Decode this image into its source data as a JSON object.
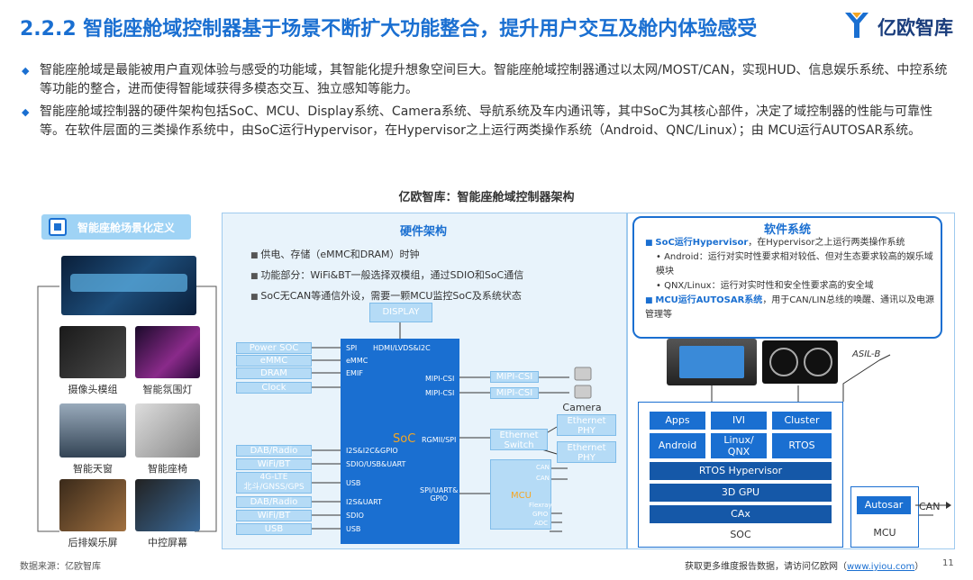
{
  "header": {
    "title": "2.2.2 智能座舱域控制器基于场景不断扩大功能整合，提升用户交互及舱内体验感受",
    "logo_text": "亿欧智库"
  },
  "bullets": [
    "智能座舱域是最能被用户直观体验与感受的功能域，其智能化提升想象空间巨大。智能座舱域控制器通过以太网/MOST/CAN，实现HUD、信息娱乐系统、中控系统等功能的整合，进而使得智能域获得多模态交互、独立感知等能力。",
    "智能座舱域控制器的硬件架构包括SoC、MCU、Display系统、Camera系统、导航系统及车内通讯等，其中SoC为其核心部件，决定了域控制器的性能与可靠性等。在软件层面的三类操作系统中，由SoC运行Hypervisor，在Hypervisor之上运行两类操作系统（Android、QNC/Linux）；由 MCU运行AUTOSAR系统。"
  ],
  "diagram": {
    "title": "亿欧智库：智能座舱域控制器架构",
    "scene": {
      "header": "智能座舱场景化定义",
      "labels": [
        "摄像头模组",
        "智能氛围灯",
        "智能天窗",
        "智能座椅",
        "后排娱乐屏",
        "中控屏幕"
      ]
    },
    "hardware": {
      "title": "硬件架构",
      "notes": [
        "供电、存储（eMMC和DRAM）时钟",
        "功能部分：WiFi&BT一般选择双模组，通过SDIO和SoC通信",
        "SoC无CAN等通信外设，需要一颗MCU监控SoC及系统状态"
      ],
      "display": "DISPLAY",
      "soc": "SoC",
      "mcu": "MCU",
      "camera": "Camera",
      "left_blocks": [
        "Power SOC",
        "eMMC",
        "DRAM",
        "Clock"
      ],
      "left_blocks2": [
        "DAB/Radio",
        "WiFi/BT",
        "4G-LTE\n北斗/GNSS/GPS",
        "DAB/Radio",
        "WiFi/BT",
        "USB"
      ],
      "soc_pins_left": [
        "SPI",
        "eMMC",
        "EMIF",
        "I2S&I2C&GPIO",
        "SDIO/USB&UART",
        "USB",
        "I2S&UART",
        "SDIO",
        "USB"
      ],
      "soc_pins_top": "HDMI/LVDS&I2C",
      "soc_pins_right": [
        "MIPI-CSI",
        "MIPI-CSI",
        "RGMII/SPI",
        "SPI/UART&\nGPIO"
      ],
      "mipi": [
        "MIPI-CSI",
        "MIPI-CSI"
      ],
      "ethernet_switch": "Ethernet\nSwitch",
      "ethernet_phy": [
        "Ethernet\nPHY",
        "Ethernet\nPHY"
      ],
      "mcu_pins": [
        "CAN",
        "CAN",
        "Flexray",
        "GPIO",
        "ADC"
      ]
    },
    "software": {
      "title": "软件系统",
      "lines": [
        {
          "prefix": "SoC",
          "bold": "运行Hypervisor",
          "rest": "，在Hypervisor之上运行两类操作系统"
        },
        {
          "dot": "Android：运行对实时性要求相对较低、但对生态要求较高的娱乐域模块"
        },
        {
          "dot": "QNX/Linux：运行对实时性和安全性要求高的安全域"
        },
        {
          "prefix": "",
          "bold": "MCU运行AUTOSAR系统",
          "rest": "，用于CAN/LIN总线的唤醒、通讯以及电源管理等"
        }
      ],
      "stack": {
        "top_row1": [
          "Apps",
          "IVI",
          "Cluster"
        ],
        "top_row2": [
          "Android",
          "Linux/\nQNX",
          "RTOS"
        ],
        "hypervisor": "RTOS Hypervisor",
        "gpu": "3D GPU",
        "cax": "CAx",
        "soc_label": "SOC",
        "autosar": "Autosar",
        "mcu_label": "MCU",
        "can": "CAN",
        "asil": "ASIL-B"
      }
    }
  },
  "footer": {
    "source": "数据来源：亿欧智库",
    "more_prefix": "获取更多维度报告数据，请访问亿欧网（",
    "link": "www.iyiou.com",
    "more_suffix": "）",
    "page": "11"
  },
  "colors": {
    "accent": "#1a6fd1",
    "light_block": "#b5dbf6",
    "panel": "#e8f3fb"
  }
}
